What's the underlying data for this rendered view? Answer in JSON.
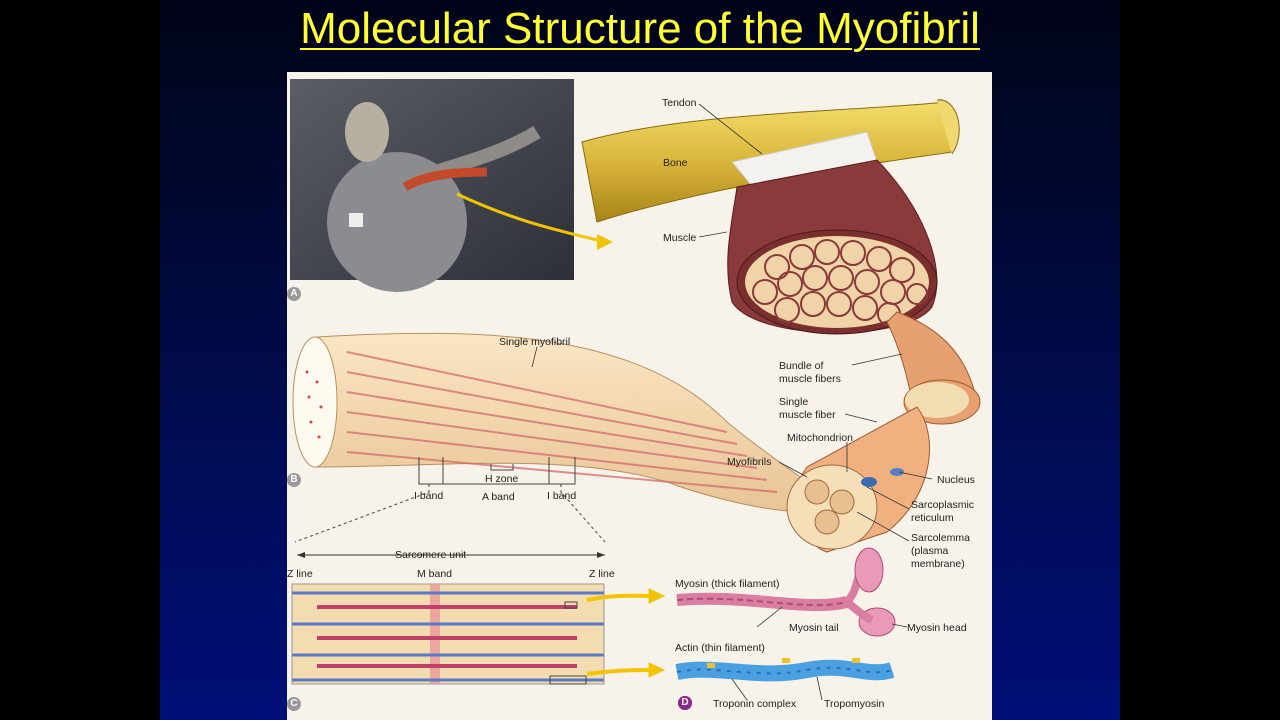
{
  "title": "Molecular Structure of the Myofibril",
  "panels": {
    "a": "A",
    "b": "B",
    "c": "C",
    "d": "D"
  },
  "labels": {
    "tendon": "Tendon",
    "bone": "Bone",
    "muscle": "Muscle",
    "single_myofibril": "Single myofibril",
    "bundle_1": "Bundle of",
    "bundle_2": "muscle fibers",
    "single_fiber_1": "Single",
    "single_fiber_2": "muscle fiber",
    "mitochondrion": "Mitochondrion",
    "myofibrils": "Myofibrils",
    "nucleus": "Nucleus",
    "sr_1": "Sarcoplasmic",
    "sr_2": "reticulum",
    "sl_1": "Sarcolemma",
    "sl_2": "(plasma",
    "sl_3": "membrane)",
    "h_zone": "H zone",
    "i_band_left": "I band",
    "a_band": "A band",
    "i_band_right": "I band",
    "sarcomere_unit": "Sarcomere unit",
    "z_line_left": "Z line",
    "m_band": "M band",
    "z_line_right": "Z line",
    "myosin": "Myosin (thick filament)",
    "myosin_tail": "Myosin tail",
    "myosin_head": "Myosin head",
    "actin": "Actin (thin filament)",
    "troponin": "Troponin complex",
    "tropomyosin": "Tropomyosin"
  },
  "colors": {
    "title": "#ffff33",
    "muscle": "#8a3a3a",
    "fiber": "#f0d4a8",
    "bone": "#d9b53a",
    "arrow": "#f2c400"
  }
}
